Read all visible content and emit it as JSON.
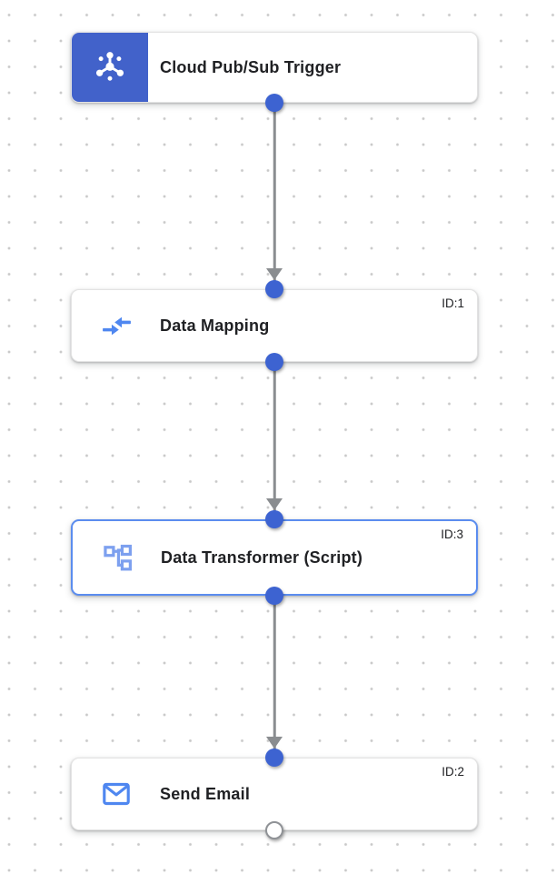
{
  "canvas": {
    "kind": "integration-workflow-designer"
  },
  "colors": {
    "trigger_icon_bg": "#4262ca",
    "port_fill": "#3d63d1",
    "port_open_fill": "#ffffff",
    "port_open_border": "#8f9296",
    "edge": "#8a8d90",
    "selected_node_border": "#5b8def",
    "node_border": "#e3e3e3",
    "node_bg": "#ffffff",
    "label_text": "#202124",
    "id_text": "#202124",
    "icon_blue": "#4f87f0",
    "icon_light_blue": "#7da0ef",
    "canvas_bg": "#ffffff",
    "grid_dot": "#c9c9c9"
  },
  "nodes": [
    {
      "label": "Cloud Pub/Sub Trigger",
      "id_label": "",
      "icon": "pubsub-icon",
      "kind": "trigger",
      "selected": false
    },
    {
      "label": "Data Mapping",
      "id_label": "ID:1",
      "icon": "data-mapping-icon",
      "kind": "task",
      "selected": false
    },
    {
      "label": "Data Transformer (Script)",
      "id_label": "ID:3",
      "icon": "data-transformer-icon",
      "kind": "task",
      "selected": true
    },
    {
      "label": "Send Email",
      "id_label": "ID:2",
      "icon": "email-icon",
      "kind": "task",
      "selected": false
    }
  ],
  "edges": [
    {
      "from": "Cloud Pub/Sub Trigger",
      "to": "Data Mapping"
    },
    {
      "from": "Data Mapping",
      "to": "Data Transformer (Script)"
    },
    {
      "from": "Data Transformer (Script)",
      "to": "Send Email"
    }
  ]
}
